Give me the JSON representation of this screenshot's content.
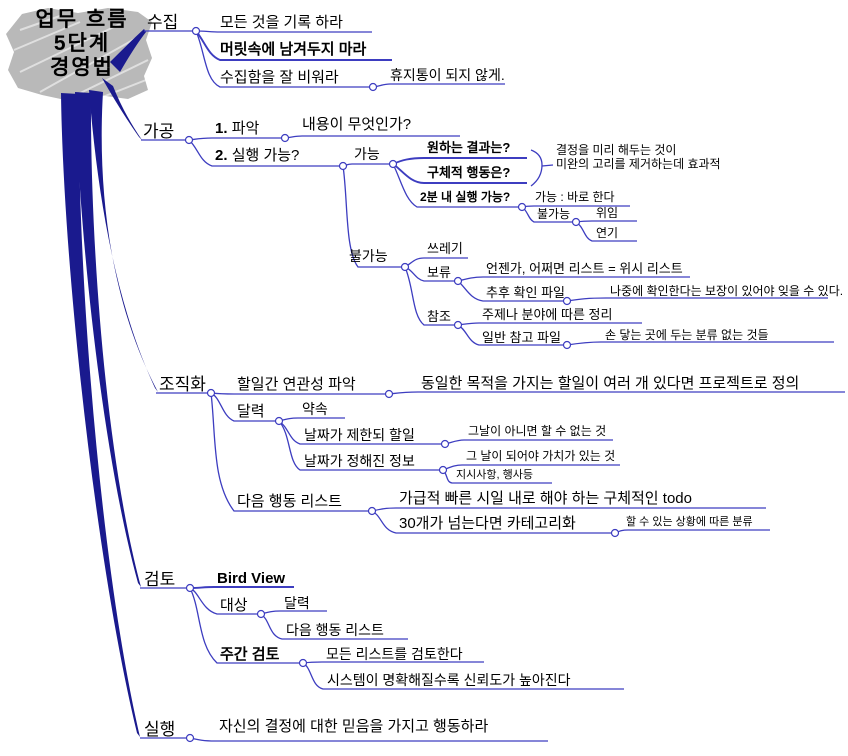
{
  "colors": {
    "trunk": "#1a1a8e",
    "edge": "#3d3dc0",
    "text": "#000000",
    "cloud": "#b9b9b9"
  },
  "mindmap": {
    "root": {
      "line1": "업무 흐름",
      "line2": "5단계",
      "line3": "경영법"
    },
    "collect": {
      "label": "수집",
      "record_everything": "모든 것을 기록 하라",
      "dont_keep_in_head": "머릿속에 남겨두지 마라",
      "empty_inbox": {
        "label": "수집함을 잘 비워라",
        "note": "휴지통이 되지 않게."
      }
    },
    "process": {
      "label": "가공",
      "identify": {
        "num": "1.",
        "label": "파악",
        "question": "내용이 무엇인가?"
      },
      "actionable": {
        "num": "2.",
        "label": "실행 가능?",
        "possible": {
          "label": "가능",
          "desired_result": "원하는 결과는?",
          "concrete_action": "구체적 행동은?",
          "note_line1": "결정을 미리 해두는 것이",
          "note_line2": "미완의 고리를 제거하는데 효과적",
          "two_minutes": {
            "label": "2분 내 실행 가능?",
            "yes": "가능 : 바로 한다",
            "no": {
              "label": "불가능",
              "delegate": "위임",
              "defer": "연기"
            }
          }
        },
        "impossible": {
          "label": "불가능",
          "trash": "쓰레기",
          "hold": {
            "label": "보류",
            "someday": "언젠가, 어쩌면 리스트 = 위시 리스트",
            "tickler": {
              "label": "추후 확인 파일",
              "note": "나중에 확인한다는 보장이 있어야 잊을 수 있다."
            }
          },
          "reference": {
            "label": "참조",
            "by_topic": "주제나 분야에 따른 정리",
            "general_file": {
              "label": "일반 참고 파일",
              "note": "손 닿는 곳에 두는 분류 없는 것들"
            }
          }
        }
      }
    },
    "organize": {
      "label": "조직화",
      "relations": {
        "label": "할일간 연관성 파악",
        "note": "동일한 목적을 가지는 할일이 여러 개 있다면 프로젝트로 정의"
      },
      "calendar": {
        "label": "달력",
        "appointments": "약속",
        "date_limited": {
          "label": "날짜가 제한되 할일",
          "note": "그날이 아니면 할 수 없는 것"
        },
        "dated_info": {
          "label": "날짜가 정해진 정보",
          "note1": "그 날이 되어야 가치가 있는 것",
          "note2": "지시사항, 행사등"
        }
      },
      "next_actions": {
        "label": "다음 행동 리스트",
        "todo": "가급적 빠른 시일 내로 해야 하는 구체적인 todo",
        "categorize": {
          "label": "30개가 넘는다면 카테고리화",
          "note": "할 수 있는 상황에 따른 분류"
        }
      }
    },
    "review": {
      "label": "검토",
      "bird_view": "Bird View",
      "targets": {
        "label": "대상",
        "calendar": "달력",
        "next_actions": "다음 행동 리스트"
      },
      "weekly": {
        "label": "주간 검토",
        "review_all": "모든 리스트를 검토한다",
        "trust": "시스템이 명확해질수록 신뢰도가 높아진다"
      }
    },
    "execute": {
      "label": "실행",
      "note": "자신의 결정에 대한 믿음을 가지고 행동하라"
    }
  }
}
